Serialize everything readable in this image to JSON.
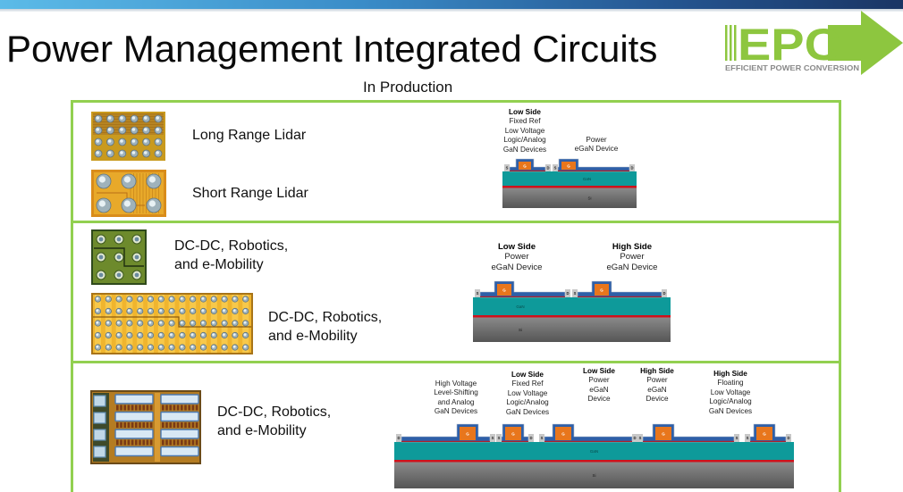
{
  "header": {
    "title": "Power Management Integrated Circuits",
    "subtitle": "In Production"
  },
  "logo": {
    "wordmark": "EPC",
    "tagline": "EFFICIENT POWER CONVERSION",
    "icon": "arrow-right-icon",
    "color": "#8dc63f"
  },
  "colors": {
    "frame_border": "#92d050",
    "gan_layer": "#0e9a9a",
    "si_layer": "#6e6e6e",
    "interface_red": "#d0111b",
    "passivation_blue": "#2e5fa8",
    "gate_orange": "#e8761c",
    "contact_gray": "#c8c8c8"
  },
  "sections": [
    {
      "products": [
        {
          "label": "Long Range Lidar",
          "chip_icon": "lidar-chip-image"
        },
        {
          "label": "Short Range Lidar",
          "chip_icon": "lidar-chip-image"
        }
      ],
      "diagram": {
        "layer_labels": {
          "gan": "GaN",
          "si": "Si"
        },
        "contact_labels": [
          "S",
          "G",
          "D"
        ],
        "captions": [
          {
            "bold": "Low Side",
            "lines": [
              "Fixed Ref",
              "Low Voltage",
              "Logic/Analog",
              "GaN Devices"
            ]
          },
          {
            "bold": "",
            "lines": [
              "Power",
              "eGaN Device"
            ]
          }
        ]
      }
    },
    {
      "products": [
        {
          "label_line1": "DC-DC, Robotics,",
          "label_line2": "and e-Mobility",
          "chip_icon": "half-bridge-chip-image"
        },
        {
          "label_line1": "DC-DC, Robotics,",
          "label_line2": "and e-Mobility",
          "chip_icon": "half-bridge-chip-image"
        }
      ],
      "diagram": {
        "layer_labels": {
          "gan": "GaN",
          "si": "Si"
        },
        "contact_labels": [
          "S",
          "G",
          "D"
        ],
        "captions": [
          {
            "bold": "Low Side",
            "lines": [
              "Power",
              "eGaN Device"
            ]
          },
          {
            "bold": "High Side",
            "lines": [
              "Power",
              "eGaN Device"
            ]
          }
        ]
      }
    },
    {
      "products": [
        {
          "label_line1": "DC-DC, Robotics,",
          "label_line2": "and e-Mobility",
          "chip_icon": "driver-ic-chip-image"
        }
      ],
      "diagram": {
        "layer_labels": {
          "gan": "GaN",
          "si": "Si"
        },
        "contact_labels": [
          "S",
          "G",
          "D"
        ],
        "captions": [
          {
            "bold": "",
            "lines": [
              "High Voltage",
              "Level-Shifting",
              "and Analog",
              "GaN Devices"
            ]
          },
          {
            "bold": "Low Side",
            "lines": [
              "Fixed Ref",
              "Low Voltage",
              "Logic/Analog",
              "GaN Devices"
            ]
          },
          {
            "bold": "Low Side",
            "lines": [
              "Power",
              "eGaN",
              "Device"
            ]
          },
          {
            "bold": "High Side",
            "lines": [
              "Power",
              "eGaN",
              "Device"
            ]
          },
          {
            "bold": "High Side",
            "lines": [
              "Floating",
              "Low Voltage",
              "Logic/Analog",
              "GaN Devices"
            ]
          }
        ]
      }
    }
  ]
}
